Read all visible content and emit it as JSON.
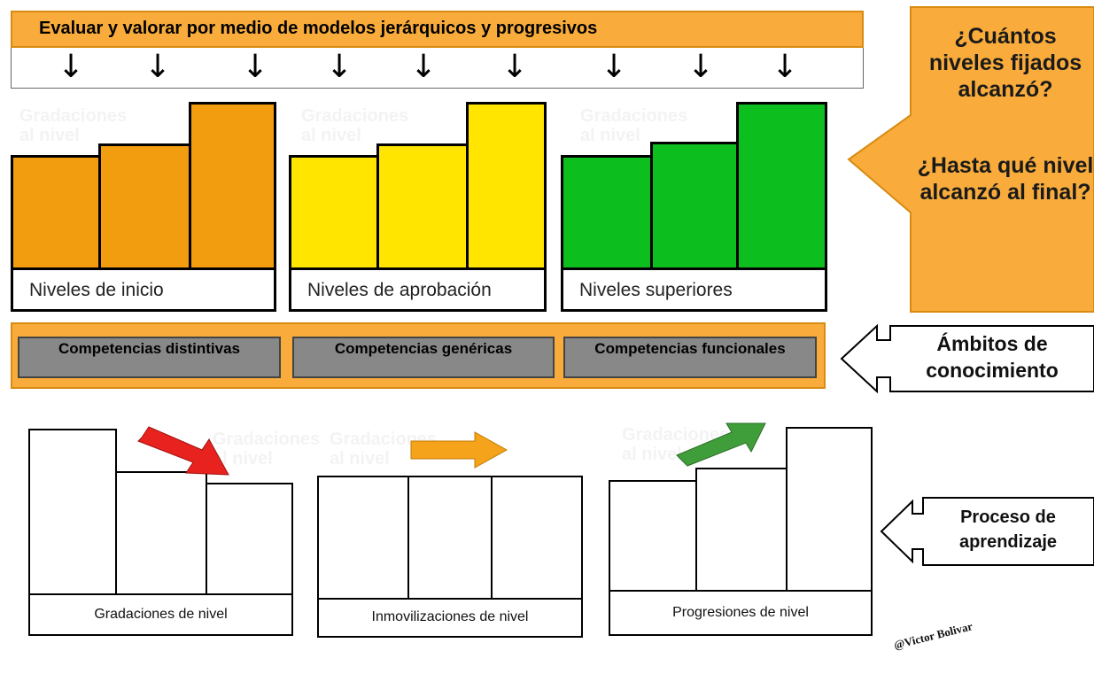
{
  "title": "Evaluar y valorar por medio de modelos jerárquicos y progresivos",
  "top_groups": [
    {
      "label": "Niveles de inicio",
      "color": "#f29c10",
      "faded": "Gradaciones\nal nivel"
    },
    {
      "label": "Niveles de aprobación",
      "color": "#ffe500",
      "faded": "Gradaciones\nal nivel"
    },
    {
      "label": "Niveles superiores",
      "color": "#0cbf1f",
      "faded": "Gradaciones\nal nivel"
    }
  ],
  "callout": {
    "question1": "¿Cuántos niveles fijados alcanzó?",
    "question2": "¿Hasta qué nivel alcanzó al final?"
  },
  "competencias": [
    "Competencias distintivas",
    "Competencias genéricas",
    "Competencias funcionales"
  ],
  "ambitos_label": "Ámbitos de conocimiento",
  "proceso_label": "Proceso de aprendizaje",
  "lower_groups": [
    {
      "label": "Gradaciones de nivel",
      "arrow_color": "#e8231f",
      "faded": "Gradaciones\nal nivel"
    },
    {
      "label": "Inmovilizaciones de nivel",
      "arrow_color": "#f5a31a",
      "faded": "Gradaciones\nal nivel"
    },
    {
      "label": "Progresiones de nivel",
      "arrow_color": "#3f9e3a",
      "faded": "Gradaciones\nal nivel"
    }
  ],
  "signature": "@Victor Bolivar"
}
